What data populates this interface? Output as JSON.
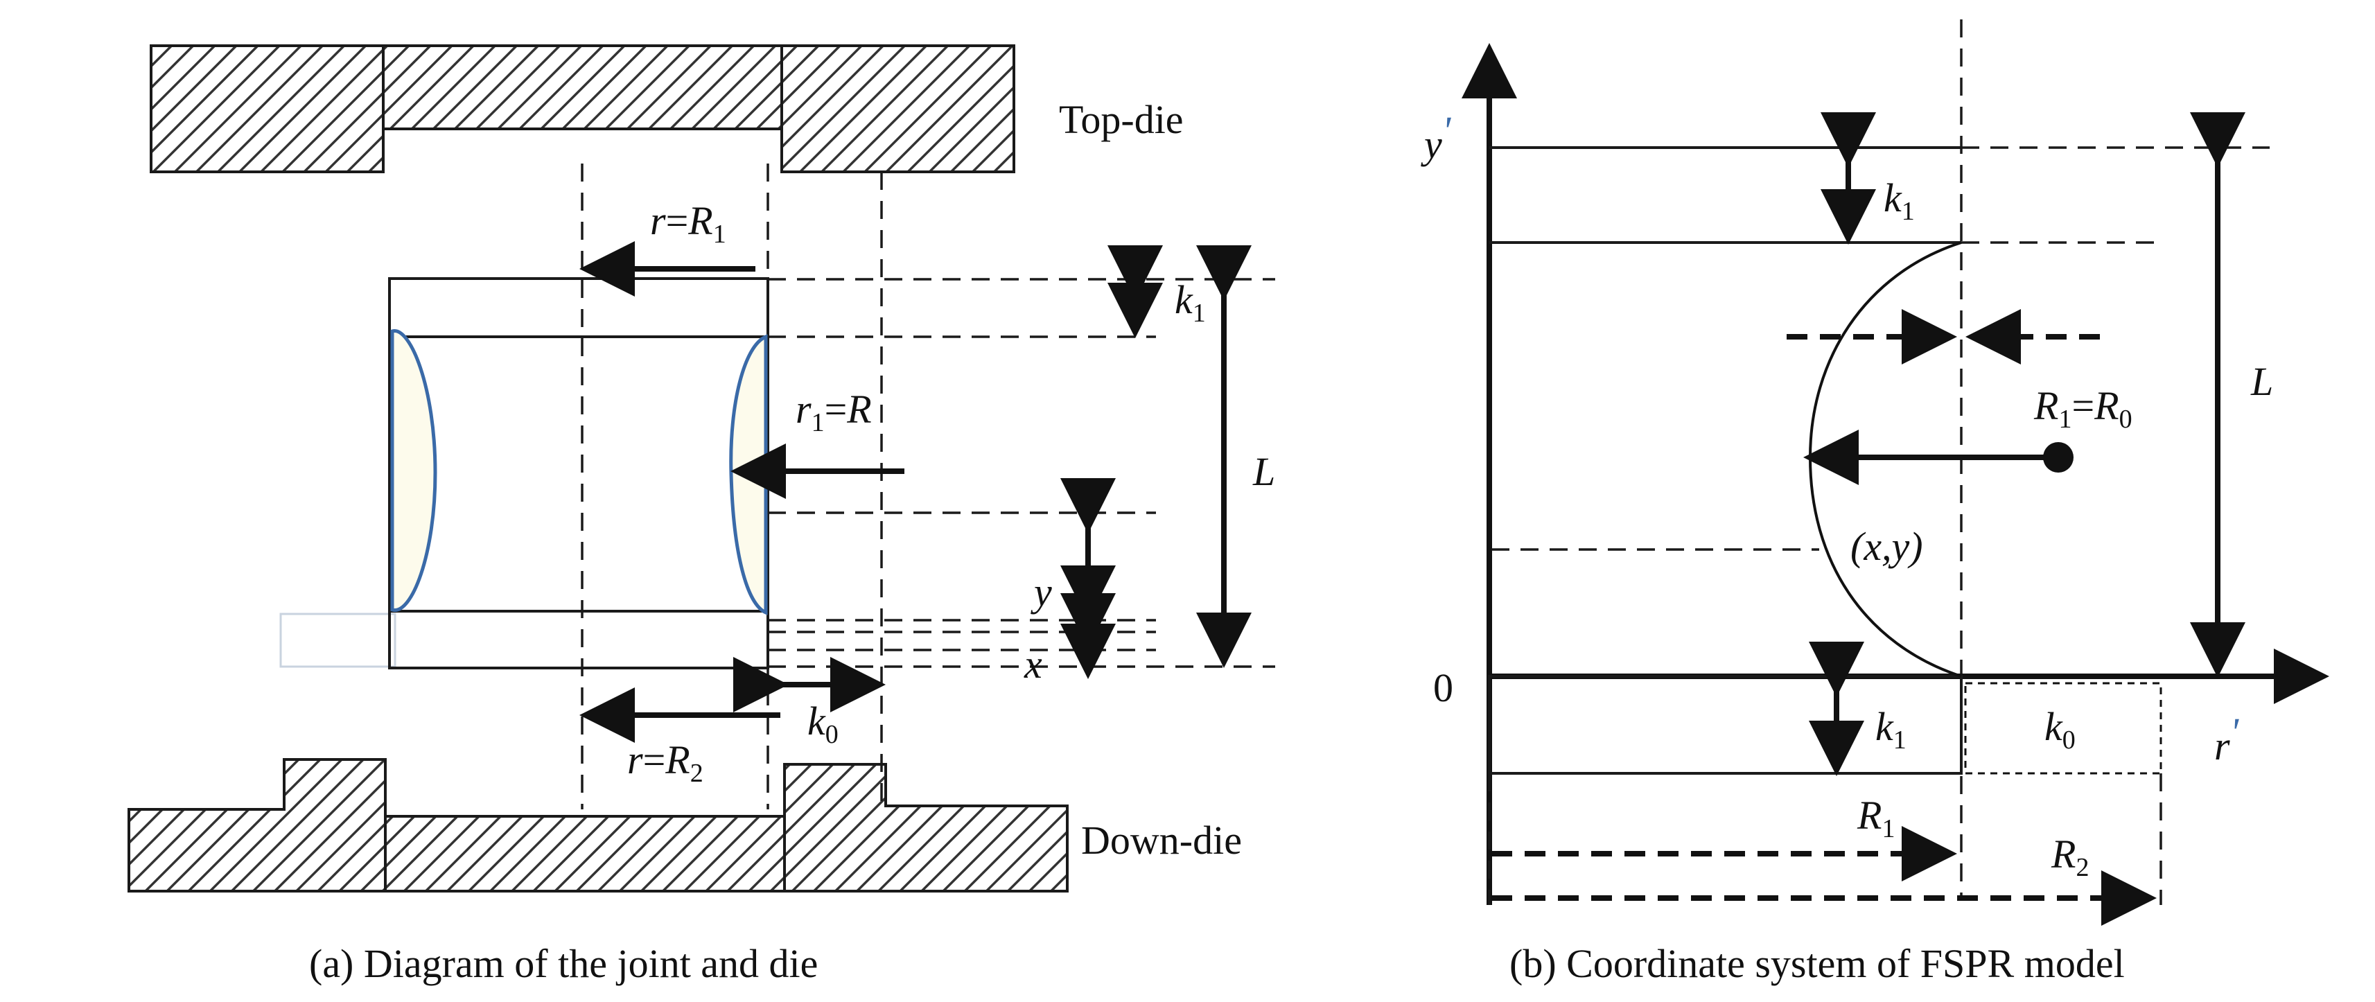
{
  "panel_a": {
    "top_die_label": "Top-die",
    "down_die_label": "Down-die",
    "r_eq_R1": {
      "lhs": "r",
      "eq": "=",
      "var": "R",
      "sub": "1"
    },
    "r1_eq_R": {
      "lhs": "r",
      "lhs_sub": "1",
      "eq": "=",
      "var": "R"
    },
    "r_eq_R2": {
      "lhs": "r",
      "eq": "=",
      "var": "R",
      "sub": "2"
    },
    "k1": {
      "var": "k",
      "sub": "1"
    },
    "k0": {
      "var": "k",
      "sub": "0"
    },
    "L": "L",
    "y": "y",
    "x": "x",
    "caption": "(a) Diagram of the joint and die"
  },
  "panel_b": {
    "y_axis": {
      "var": "y",
      "mark": "'"
    },
    "r_axis": {
      "var": "r",
      "mark": "'"
    },
    "origin": "0",
    "k1_top": {
      "var": "k",
      "sub": "1"
    },
    "k1_bottom": {
      "var": "k",
      "sub": "1"
    },
    "k0": {
      "var": "k",
      "sub": "0"
    },
    "L": "L",
    "R1_eq_R0": {
      "lhs": "R",
      "lhs_sub": "1",
      "eq": "=",
      "rhs": "R",
      "rhs_sub": "0"
    },
    "point": "(x,y)",
    "R1": {
      "var": "R",
      "sub": "1"
    },
    "R2": {
      "var": "R",
      "sub": "2"
    },
    "caption": "(b) Coordinate system of FSPR model"
  },
  "colors": {
    "line": "#1a1a1a",
    "bulge_fill": "#fdfbec",
    "bulge_edge": "#3a6aa8"
  }
}
